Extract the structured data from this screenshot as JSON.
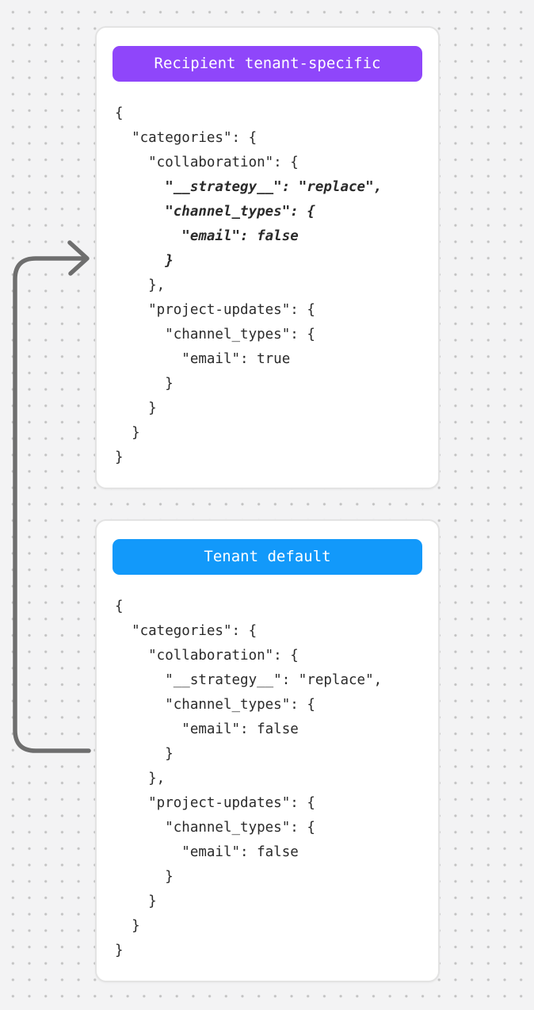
{
  "colors": {
    "background": "#f3f3f4",
    "dot": "#c2c2c2",
    "card_background": "#ffffff",
    "card_border": "#e3e3e3",
    "badge_purple": "#8f46fa",
    "badge_blue": "#1299fa",
    "badge_text": "#ffffff",
    "code_text": "#2a2a2a",
    "arrow": "#6e6e6e"
  },
  "cards": [
    {
      "badge": {
        "label": "Recipient tenant-specific"
      },
      "code_lines": [
        {
          "text": "{",
          "emphasis": false
        },
        {
          "text": "  \"categories\": {",
          "emphasis": false
        },
        {
          "text": "    \"collaboration\": {",
          "emphasis": false
        },
        {
          "text": "      \"__strategy__\": \"replace\",",
          "emphasis": true
        },
        {
          "text": "      \"channel_types\": {",
          "emphasis": true
        },
        {
          "text": "        \"email\": false",
          "emphasis": true
        },
        {
          "text": "      }",
          "emphasis": true
        },
        {
          "text": "    },",
          "emphasis": false
        },
        {
          "text": "    \"project-updates\": {",
          "emphasis": false
        },
        {
          "text": "      \"channel_types\": {",
          "emphasis": false
        },
        {
          "text": "        \"email\": true",
          "emphasis": false
        },
        {
          "text": "      }",
          "emphasis": false
        },
        {
          "text": "    }",
          "emphasis": false
        },
        {
          "text": "  }",
          "emphasis": false
        },
        {
          "text": "}",
          "emphasis": false
        }
      ]
    },
    {
      "badge": {
        "label": "Tenant default"
      },
      "code_lines": [
        {
          "text": "{",
          "emphasis": false
        },
        {
          "text": "  \"categories\": {",
          "emphasis": false
        },
        {
          "text": "    \"collaboration\": {",
          "emphasis": false
        },
        {
          "text": "      \"__strategy__\": \"replace\",",
          "emphasis": false
        },
        {
          "text": "      \"channel_types\": {",
          "emphasis": false
        },
        {
          "text": "        \"email\": false",
          "emphasis": false
        },
        {
          "text": "      }",
          "emphasis": false
        },
        {
          "text": "    },",
          "emphasis": false
        },
        {
          "text": "    \"project-updates\": {",
          "emphasis": false
        },
        {
          "text": "      \"channel_types\": {",
          "emphasis": false
        },
        {
          "text": "        \"email\": false",
          "emphasis": false
        },
        {
          "text": "      }",
          "emphasis": false
        },
        {
          "text": "    }",
          "emphasis": false
        },
        {
          "text": "  }",
          "emphasis": false
        },
        {
          "text": "}",
          "emphasis": false
        }
      ]
    }
  ]
}
